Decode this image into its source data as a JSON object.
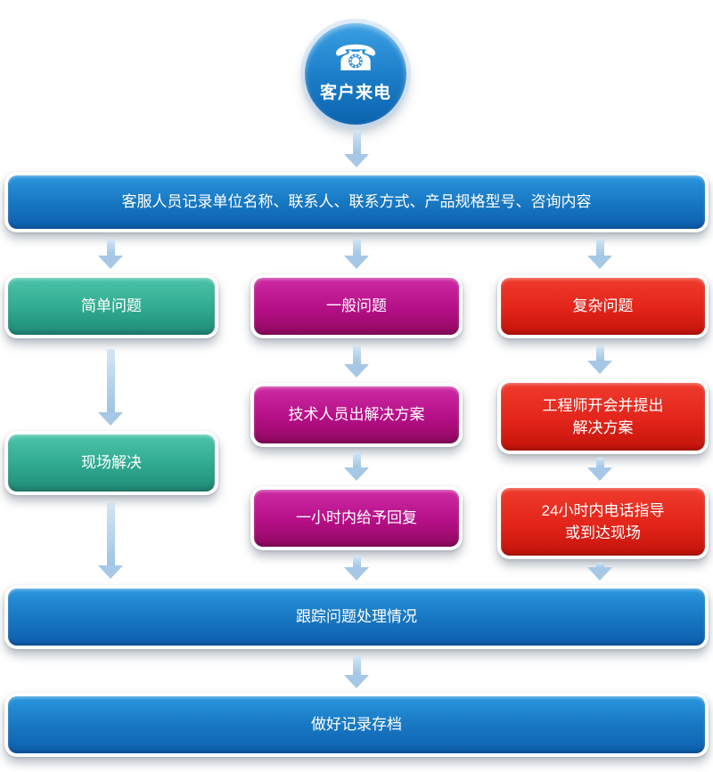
{
  "start": {
    "label": "客户来电",
    "phone_icon": "☎"
  },
  "bars": {
    "record": "客服人员记录单位名称、联系人、联系方式、产品规格型号、咨询内容",
    "track": "跟踪问题处理情况",
    "archive": "做好记录存档"
  },
  "branches": {
    "simple": {
      "problem": "简单问题",
      "step1": "现场解决"
    },
    "general": {
      "problem": "一般问题",
      "step1": "技术人员出解决方案",
      "step2": "一小时内给予回复"
    },
    "complex": {
      "problem": "复杂问题",
      "step1": "工程师开会并提出\n解决方案",
      "step2": "24小时内电话指导\n或到达现场"
    }
  },
  "colors": {
    "blue": "#1878c2",
    "teal": "#2fa98f",
    "magenta": "#b50f87",
    "red": "#e3241a",
    "arrow": "#a6c8e6"
  }
}
